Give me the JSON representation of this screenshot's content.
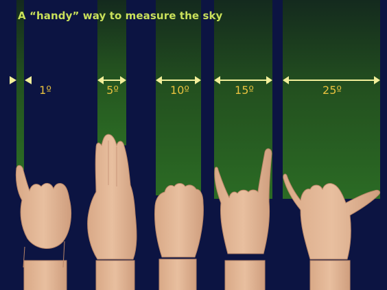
{
  "title": "A “handy” way to measure the sky",
  "colors": {
    "background": "#0c1442",
    "band_top": "#162c1c",
    "band_bottom": "#2a6a24",
    "title": "#c9e05a",
    "labels": "#e9c23f",
    "arrows": "#f2ef9a",
    "skin": "#e2b595"
  },
  "measures": [
    {
      "label": "1º",
      "hand": "pinky-finger",
      "degrees": 1
    },
    {
      "label": "5º",
      "hand": "three-fingers",
      "degrees": 5
    },
    {
      "label": "10º",
      "hand": "fist",
      "degrees": 10
    },
    {
      "label": "15º",
      "hand": "index-to-pinky",
      "degrees": 15
    },
    {
      "label": "25º",
      "hand": "thumb-to-pinky",
      "degrees": 25
    }
  ]
}
